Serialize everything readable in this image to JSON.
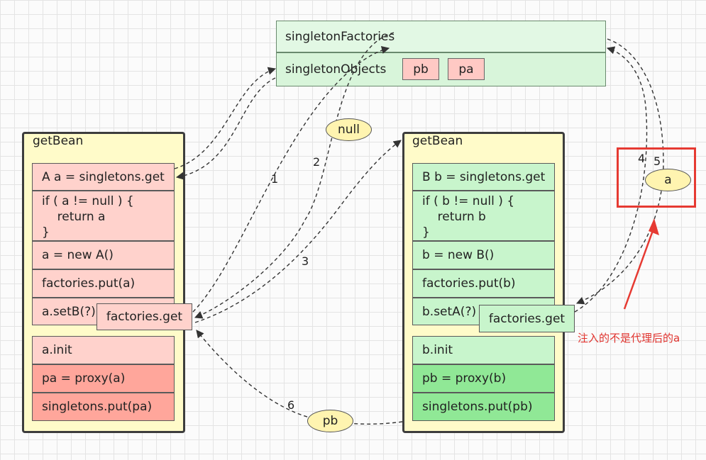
{
  "caches": {
    "factories_label": "singletonFactories",
    "objects_label": "singletonObjects",
    "tag_pb": "pb",
    "tag_pa": "pa"
  },
  "bean_a": {
    "title": "getBean",
    "get_line": "A a = singletons.get",
    "check_line1": "if ( a != null ) {",
    "check_line2": "    return a",
    "check_line3": "}",
    "new_line": "a = new A()",
    "put_line": "factories.put(a)",
    "set_line": "a.setB(?)",
    "factories_get": "factories.get",
    "init_line": "a.init",
    "proxy_line": "pa = proxy(a)",
    "put_singleton_line": "singletons.put(pa)"
  },
  "bean_b": {
    "title": "getBean",
    "get_line": "B b = singletons.get",
    "check_line1": "if ( b != null ) {",
    "check_line2": "    return b",
    "check_line3": "}",
    "new_line": "b = new B()",
    "put_line": "factories.put(b)",
    "set_line": "b.setA(?)",
    "factories_get": "factories.get",
    "init_line": "b.init",
    "proxy_line": "pb = proxy(b)",
    "put_singleton_line": "singletons.put(pb)"
  },
  "ovals": {
    "null_label": "null",
    "pb_label": "pb",
    "a_label": "a"
  },
  "step_numbers": {
    "n1": "1",
    "n2": "2",
    "n3": "3",
    "n4": "4",
    "n5": "5",
    "n6": "6"
  },
  "annotation": {
    "note": "注入的不是代理后的a"
  },
  "colors": {
    "panel_bg": "#fffbc9",
    "pink": "#ffd2cc",
    "pink_dark": "#ffa69b",
    "green": "#c8f5cc",
    "green_dark": "#90e896",
    "annotation_red": "#e63a32"
  }
}
